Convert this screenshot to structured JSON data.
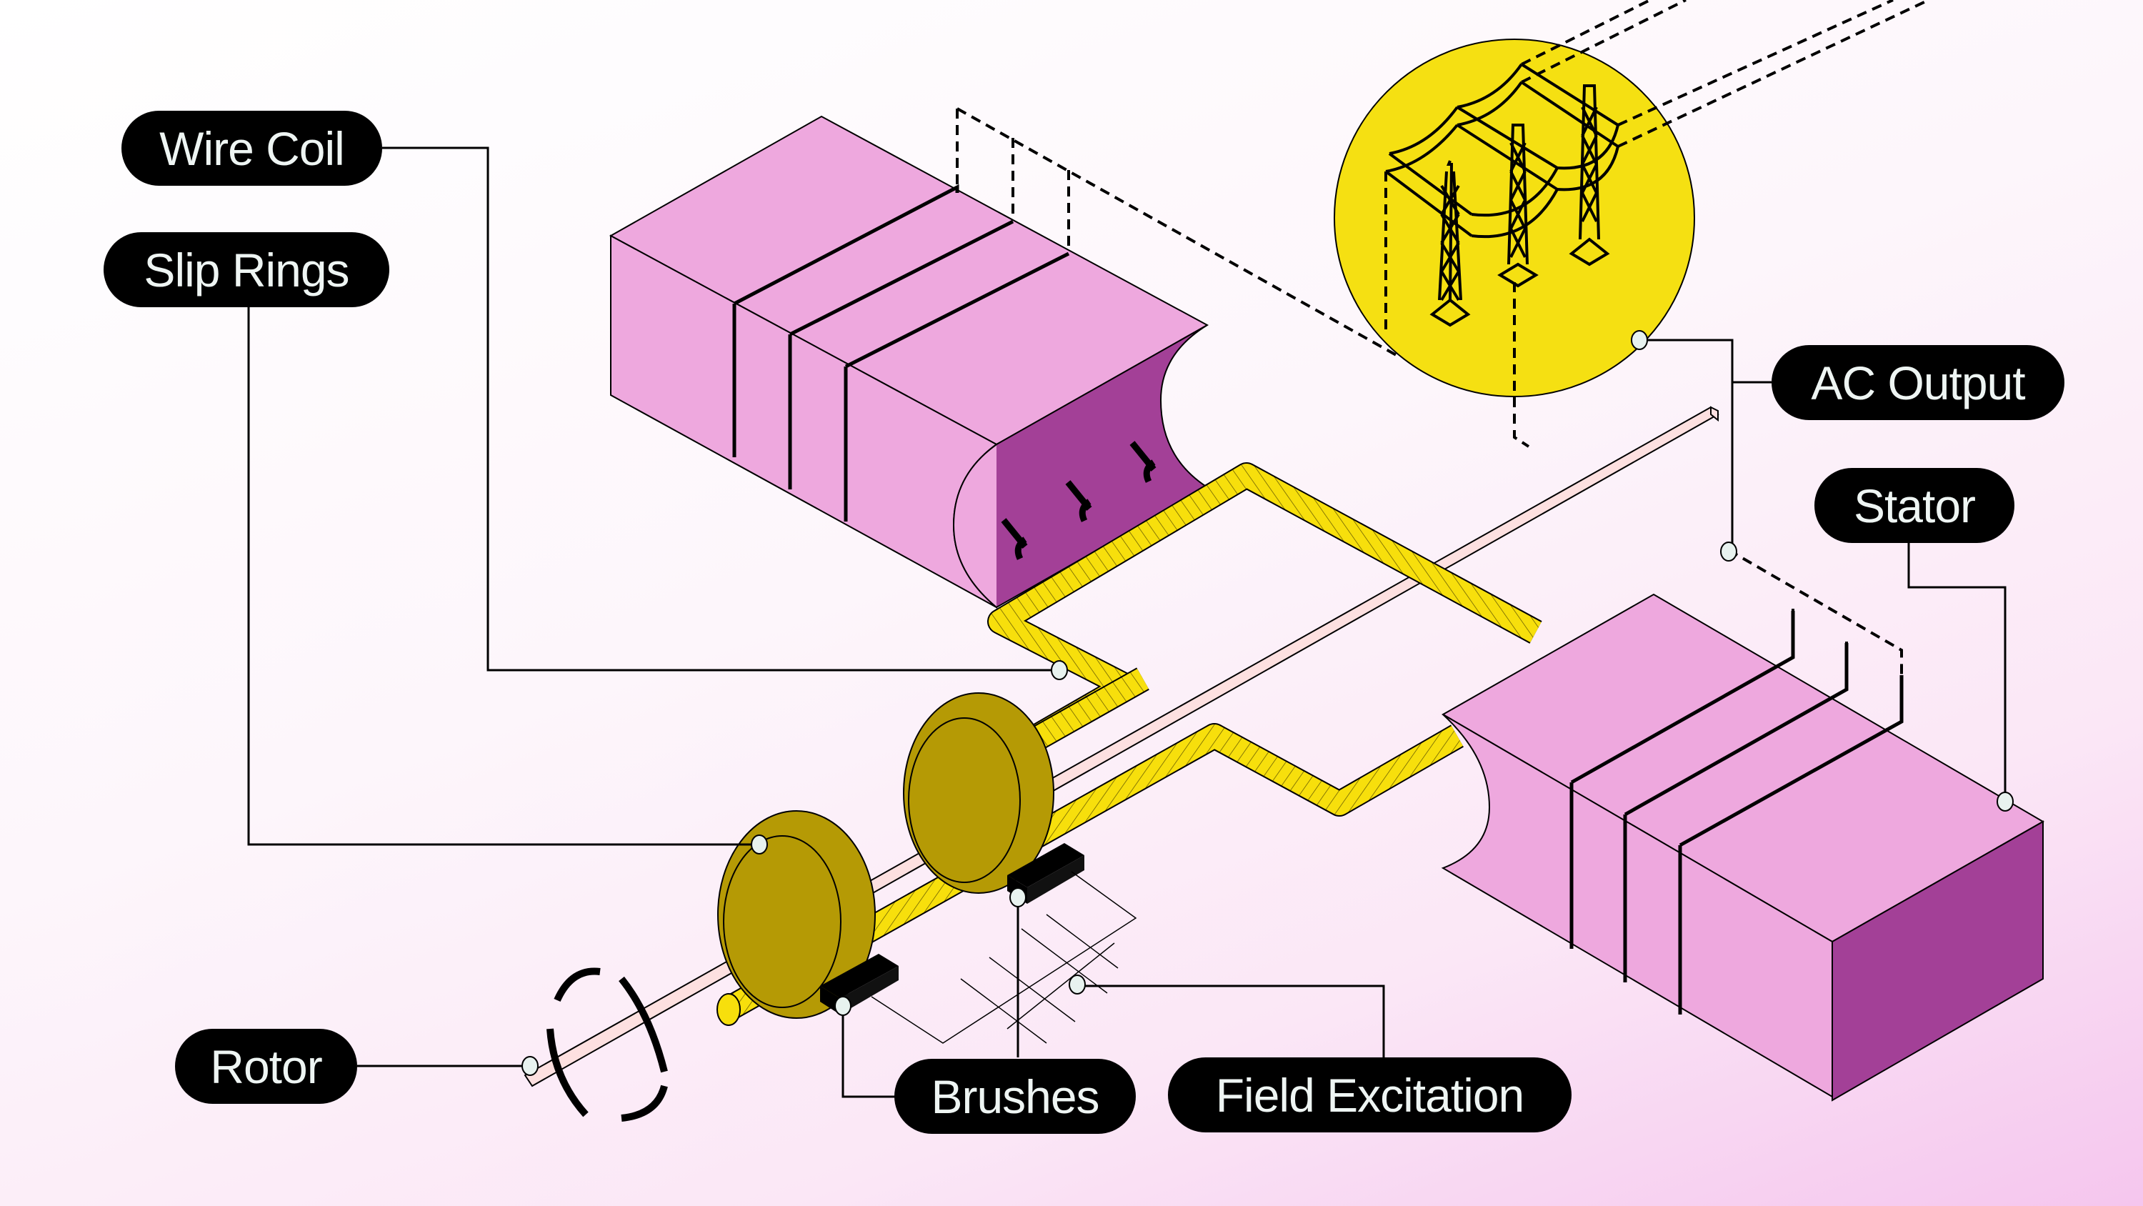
{
  "title": "AC Generator (Alternator) Components",
  "labels": {
    "wire_coil": "Wire Coil",
    "slip_rings": "Slip Rings",
    "ac_output": "AC Output",
    "stator": "Stator",
    "rotor": "Rotor",
    "brushes": "Brushes",
    "field_excitation": "Field Excitation"
  },
  "colors": {
    "stator_light": "#eea8de",
    "stator_dark": "#a34097",
    "coil_yellow": "#f7df0c",
    "slip_ring_gold": "#b59a05",
    "shaft_pink": "#fde0e0",
    "ac_circle_yellow": "#f5e012",
    "label_bg": "#000000",
    "label_text": "#eef5f3",
    "marker_fill": "#e8f2ef"
  },
  "components": [
    {
      "id": "wire_coil",
      "description": "Rotating yellow conductor loop"
    },
    {
      "id": "slip_rings",
      "description": "Two gold rings on shaft"
    },
    {
      "id": "stator",
      "description": "Two pink magnetic pole blocks with windings"
    },
    {
      "id": "rotor",
      "description": "Pink shaft with rotation arrows"
    },
    {
      "id": "brushes",
      "description": "Two black contact blocks"
    },
    {
      "id": "field_excitation",
      "description": "Excitation circuit lines"
    },
    {
      "id": "ac_output",
      "description": "Transmission towers inside yellow circle"
    }
  ]
}
